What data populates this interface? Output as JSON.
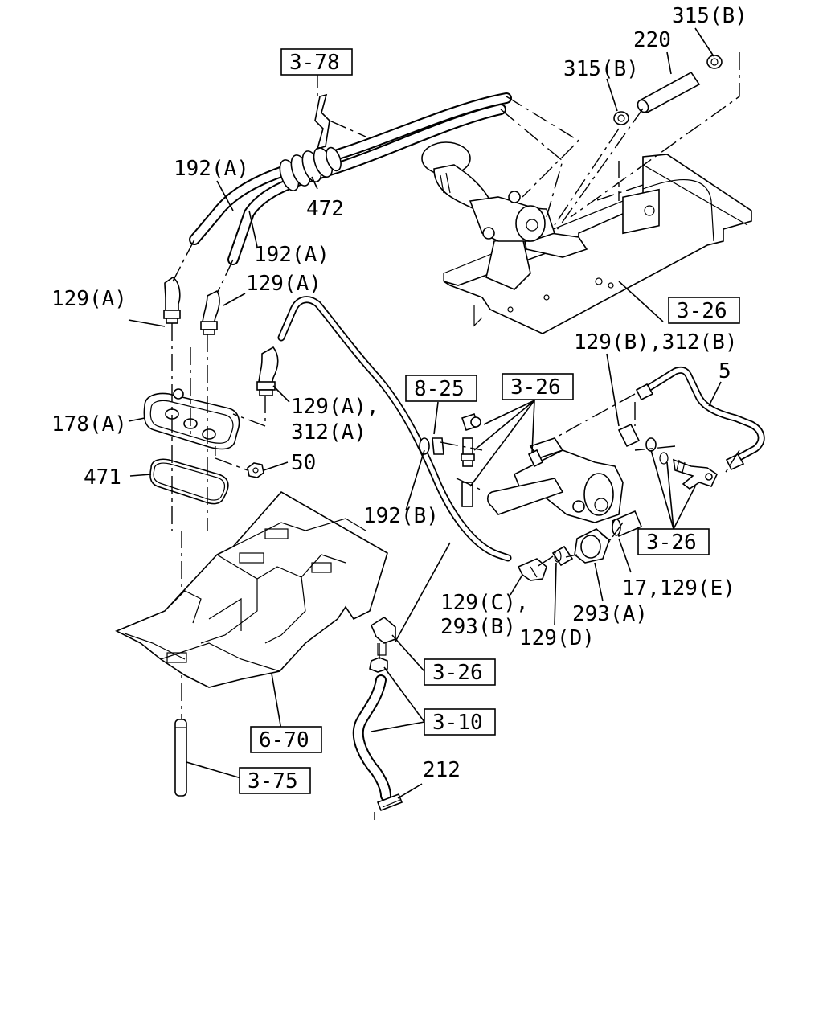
{
  "callouts": {
    "315b_top": "315(B)",
    "220": "220",
    "315b_left": "315(B)",
    "192a_upper": "192(A)",
    "472": "472",
    "192a_lower": "192(A)",
    "129a_left": "129(A)",
    "129a_right": "129(A)",
    "129a_312a_l1": "129(A),",
    "129a_312a_l2": "312(A)",
    "178a": "178(A)",
    "50": "50",
    "471": "471",
    "192b": "192(B)",
    "129b_312b": "129(B),312(B)",
    "5": "5",
    "129c_293b_l1": "129(C),",
    "129c_293b_l2": "293(B)",
    "129d": "129(D)",
    "293a": "293(A)",
    "17_129e": "17,129(E)",
    "212": "212"
  },
  "refs": {
    "r_3_78": "3-78",
    "r_3_26_top": "3-26",
    "r_8_25": "8-25",
    "r_3_26_mid": "3-26",
    "r_3_26_right": "3-26",
    "r_3_26_low": "3-26",
    "r_3_10": "3-10",
    "r_6_70": "6-70",
    "r_3_75": "3-75"
  }
}
